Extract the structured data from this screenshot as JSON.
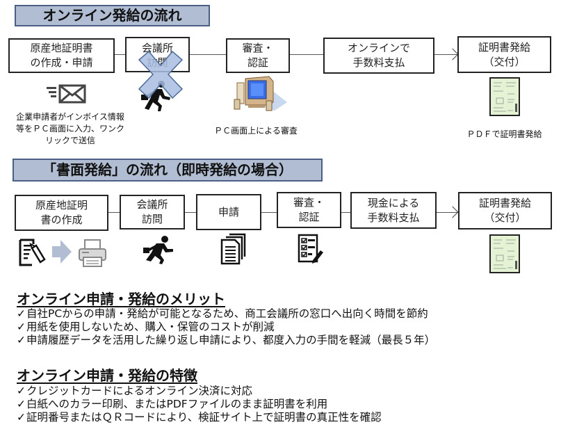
{
  "online_flow": {
    "title": "オンライン発給の流れ",
    "steps": [
      {
        "line1": "原産地証明書",
        "line2": "の作成・申請"
      },
      {
        "line1": "会議所",
        "line2": "訪問",
        "crossed_out": true
      },
      {
        "line1": "審査・",
        "line2": "認証"
      },
      {
        "line1": "オンラインで",
        "line2": "手数料支払"
      },
      {
        "line1": "証明書発給",
        "line2": "（交付）"
      }
    ],
    "captions": {
      "step1": [
        "企業申請者がインボイス情報",
        "等をＰＣ画面に入力、ワンク",
        "リックで送信"
      ],
      "step3": "ＰＣ画面上による審査",
      "step5": "ＰＤＦで証明書発給"
    },
    "icons": [
      "email-send-icon",
      "running-businessman-icon",
      "desktop-computer-icon",
      "certificate-document-icon"
    ]
  },
  "paper_flow": {
    "title": "「書面発給」の流れ（即時発給の場合）",
    "steps": [
      {
        "line1": "原産地証明",
        "line2": "書の作成"
      },
      {
        "line1": "会議所",
        "line2": "訪問"
      },
      {
        "line1": "申請",
        "line2": ""
      },
      {
        "line1": "審査・",
        "line2": "認証"
      },
      {
        "line1": "現金による",
        "line2": "手数料支払"
      },
      {
        "line1": "証明書発給",
        "line2": "（交付）"
      }
    ],
    "icons": [
      "document-edit-icon",
      "arrow-right-icon",
      "printer-icon",
      "running-businessman-icon",
      "documents-stack-icon",
      "checklist-icon",
      "certificate-document-icon"
    ]
  },
  "merits": {
    "heading": "オンライン申請・発給のメリット",
    "check_mark": "✓",
    "items": [
      "自社PCからの申請・発給が可能となるため、商工会議所の窓口へ出向く時間を節約",
      "用紙を使用しないため、購入・保管のコストが削減",
      "申請履歴データを活用した繰り返し申請により、都度入力の手間を軽減（最長５年）"
    ]
  },
  "features": {
    "heading": "オンライン申請・発給の特徴",
    "check_mark": "✓",
    "items": [
      "クレジットカードによるオンライン決済に対応",
      "白紙へのカラー印刷、またはPDFファイルのまま証明書を利用",
      "証明番号またはＱＲコードにより、検証サイト上で証明書の真正性を確認"
    ]
  },
  "colors": {
    "title_fill": "#b0bdd2",
    "title_border": "#4a5f83",
    "cross_fill": "#a9bde0",
    "cross_border": "#4a6a9a",
    "certificate_fill": "#e6f2d4"
  }
}
